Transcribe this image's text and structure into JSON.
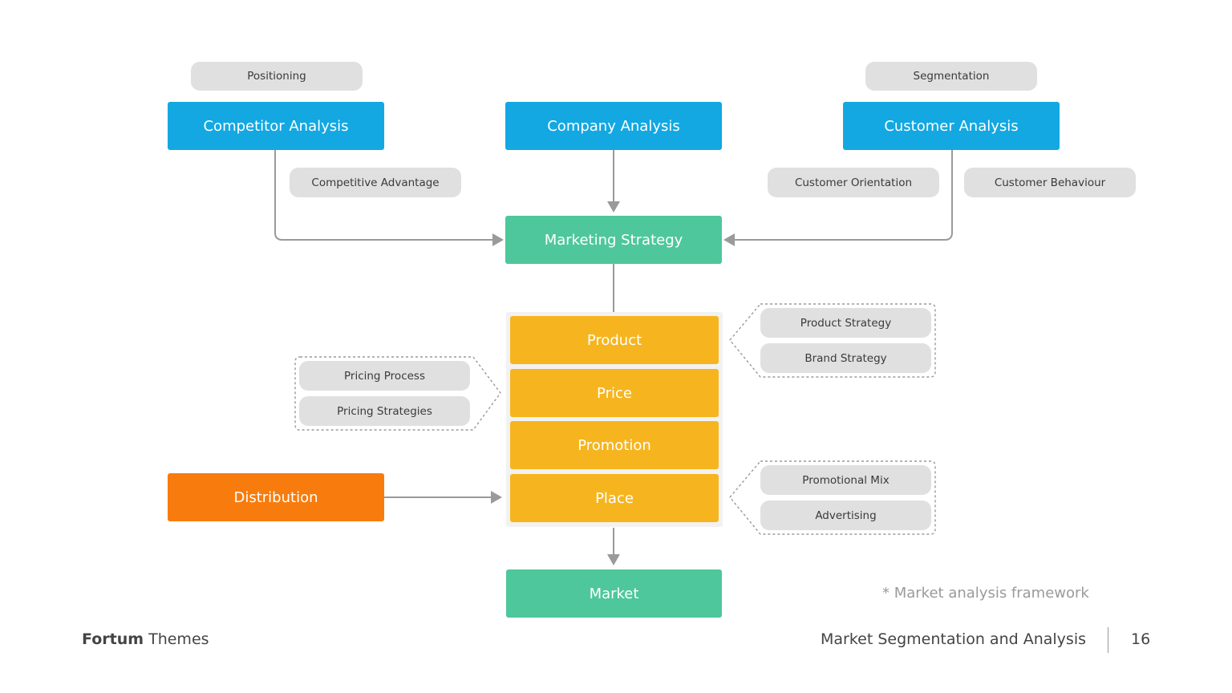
{
  "diagram": {
    "top_boxes": {
      "competitor": "Competitor Analysis",
      "company": "Company Analysis",
      "customer": "Customer Analysis"
    },
    "tags": {
      "positioning": "Positioning",
      "segmentation": "Segmentation",
      "competitive_advantage": "Competitive Advantage",
      "customer_orientation": "Customer Orientation",
      "customer_behaviour": "Customer Behaviour"
    },
    "marketing_strategy": "Marketing Strategy",
    "mix": {
      "product": "Product",
      "price": "Price",
      "promotion": "Promotion",
      "place": "Place"
    },
    "product_tags": [
      "Product Strategy",
      "Brand Strategy"
    ],
    "price_tags": [
      "Pricing Process",
      "Pricing Strategies"
    ],
    "place_tags": [
      "Promotional Mix",
      "Advertising"
    ],
    "distribution": "Distribution",
    "market": "Market",
    "note": "* Market analysis framework"
  },
  "footer": {
    "brand_bold": "Fortum",
    "brand_rest": "Themes",
    "title": "Market Segmentation and Analysis",
    "page": "16"
  },
  "colors": {
    "blue": "#13a8e2",
    "green": "#4ec79c",
    "yellow": "#f6b51f",
    "orange": "#f77c0d",
    "tag": "#e0e0e0",
    "connector": "#9a9a9a"
  }
}
